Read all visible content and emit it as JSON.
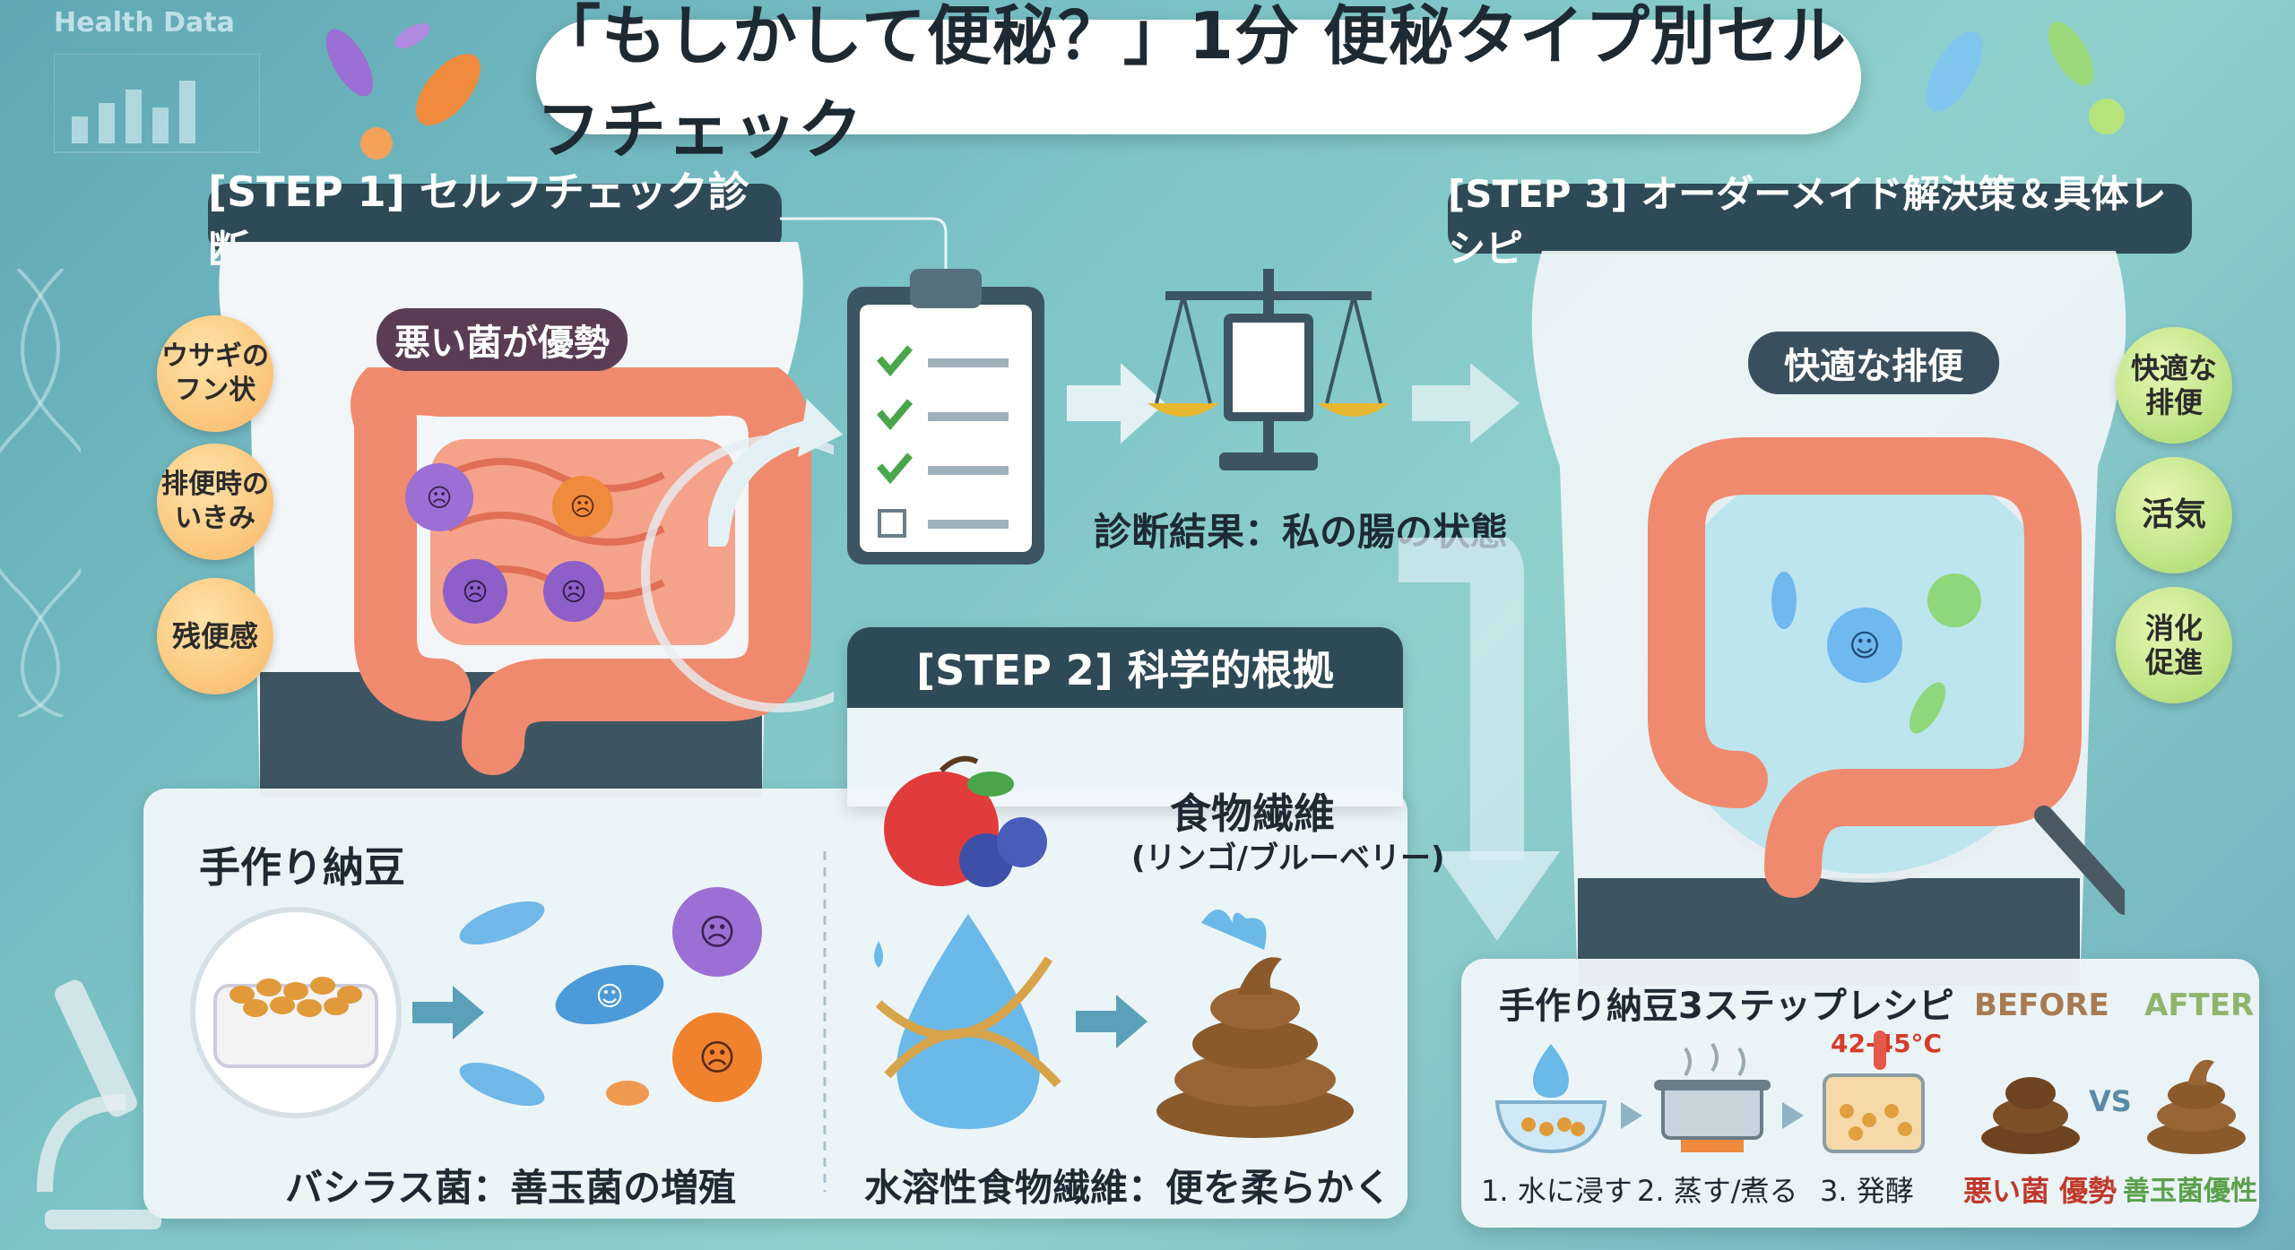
{
  "corner_label": "Health Data",
  "title": "「もしかして便秘？」1分 便秘タイプ別セルフチェック",
  "step1": {
    "header": "[STEP 1] セルフチェック診断",
    "callout": "悪い菌が優勢",
    "badges": [
      "ウサギの\nフン状",
      "排便時の\nいきみ",
      "残便感"
    ]
  },
  "diagnosis_label": "診断結果：私の腸の状態",
  "step2": {
    "header": "[STEP 2] 科学的根拠",
    "natto_title": "手作り納豆",
    "natto_caption": "バシラス菌：善玉菌の増殖",
    "fiber_title": "食物繊維",
    "fiber_sub": "(リンゴ/ブルーベリー)",
    "fiber_caption": "水溶性食物繊維：便を柔らかく"
  },
  "step3": {
    "header": "[STEP 3] オーダーメイド解決策＆具体レシピ",
    "callout": "快適な排便",
    "badges": [
      "快適な\n排便",
      "活気",
      "消化\n促進"
    ]
  },
  "recipe": {
    "title": "手作り納豆3ステップレシピ",
    "temp": "42-45°C",
    "steps": [
      "1. 水に浸す",
      "2. 蒸す/煮る",
      "3. 発酵"
    ],
    "before_label": "BEFORE",
    "after_label": "AFTER",
    "vs": "VS",
    "before_caption": "悪い菌 優勢",
    "after_caption": "善玉菌優性"
  },
  "colors": {
    "dark": "#2f4a57",
    "badge_orange": "#f7b866",
    "badge_green": "#a8d86b",
    "intestine": "#f08a6e",
    "poop": "#8a5a2b"
  }
}
